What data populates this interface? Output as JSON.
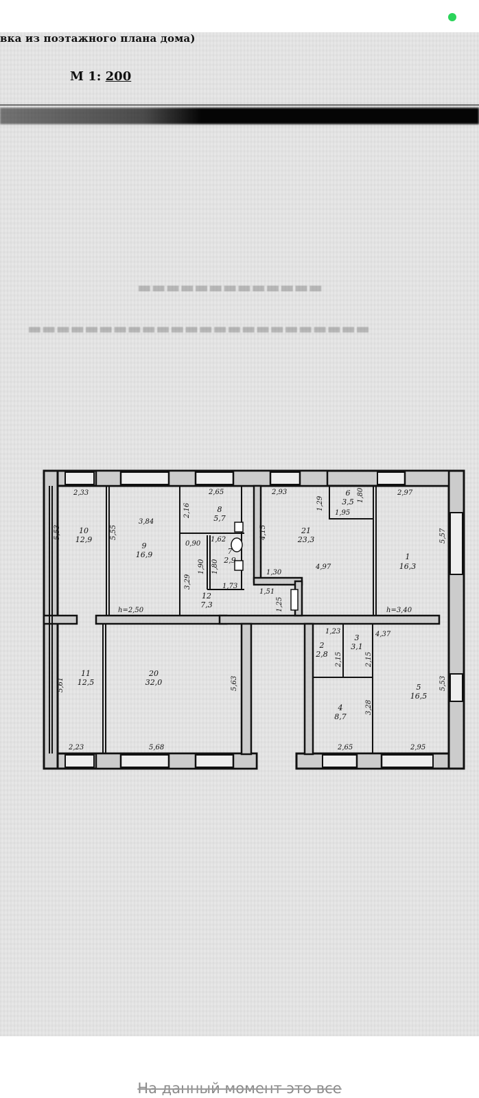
{
  "header": {
    "title": "вка из поэтажного плана дома)",
    "scale_label": "М 1:",
    "scale_value": "200"
  },
  "caption": "На данный момент это все",
  "rooms": [
    {
      "number": "1",
      "area": "16,3"
    },
    {
      "number": "2",
      "area": "2,8"
    },
    {
      "number": "3",
      "area": "3,1"
    },
    {
      "number": "4",
      "area": "8,7"
    },
    {
      "number": "5",
      "area": "16,5"
    },
    {
      "number": "6",
      "area": "3,5"
    },
    {
      "number": "7",
      "area": "2,9"
    },
    {
      "number": "8",
      "area": "5,7"
    },
    {
      "number": "9",
      "area": "16,9"
    },
    {
      "number": "10",
      "area": "12,9"
    },
    {
      "number": "11",
      "area": "12,5"
    },
    {
      "number": "12",
      "area": "7,3"
    },
    {
      "number": "20",
      "area": "32,0"
    },
    {
      "number": "21",
      "area": "23,3"
    }
  ],
  "dimensions": [
    "2,33",
    "2,65",
    "2,93",
    "2,97",
    "5,53",
    "3,84",
    "5,55",
    "2,16",
    "0,90",
    "1,62",
    "1,80",
    "1,90",
    "3,29",
    "1,73",
    "4,15",
    "1,30",
    "1,51",
    "1,25",
    "1,29",
    "1,80",
    "1,95",
    "4,97",
    "5,57",
    "1,23",
    "4,37",
    "2,15",
    "2,15",
    "5,61",
    "5,63",
    "3,28",
    "5,53",
    "2,23",
    "5,68",
    "2,65",
    "2,95"
  ],
  "heights": [
    "h=2,50",
    "h=3,40"
  ]
}
